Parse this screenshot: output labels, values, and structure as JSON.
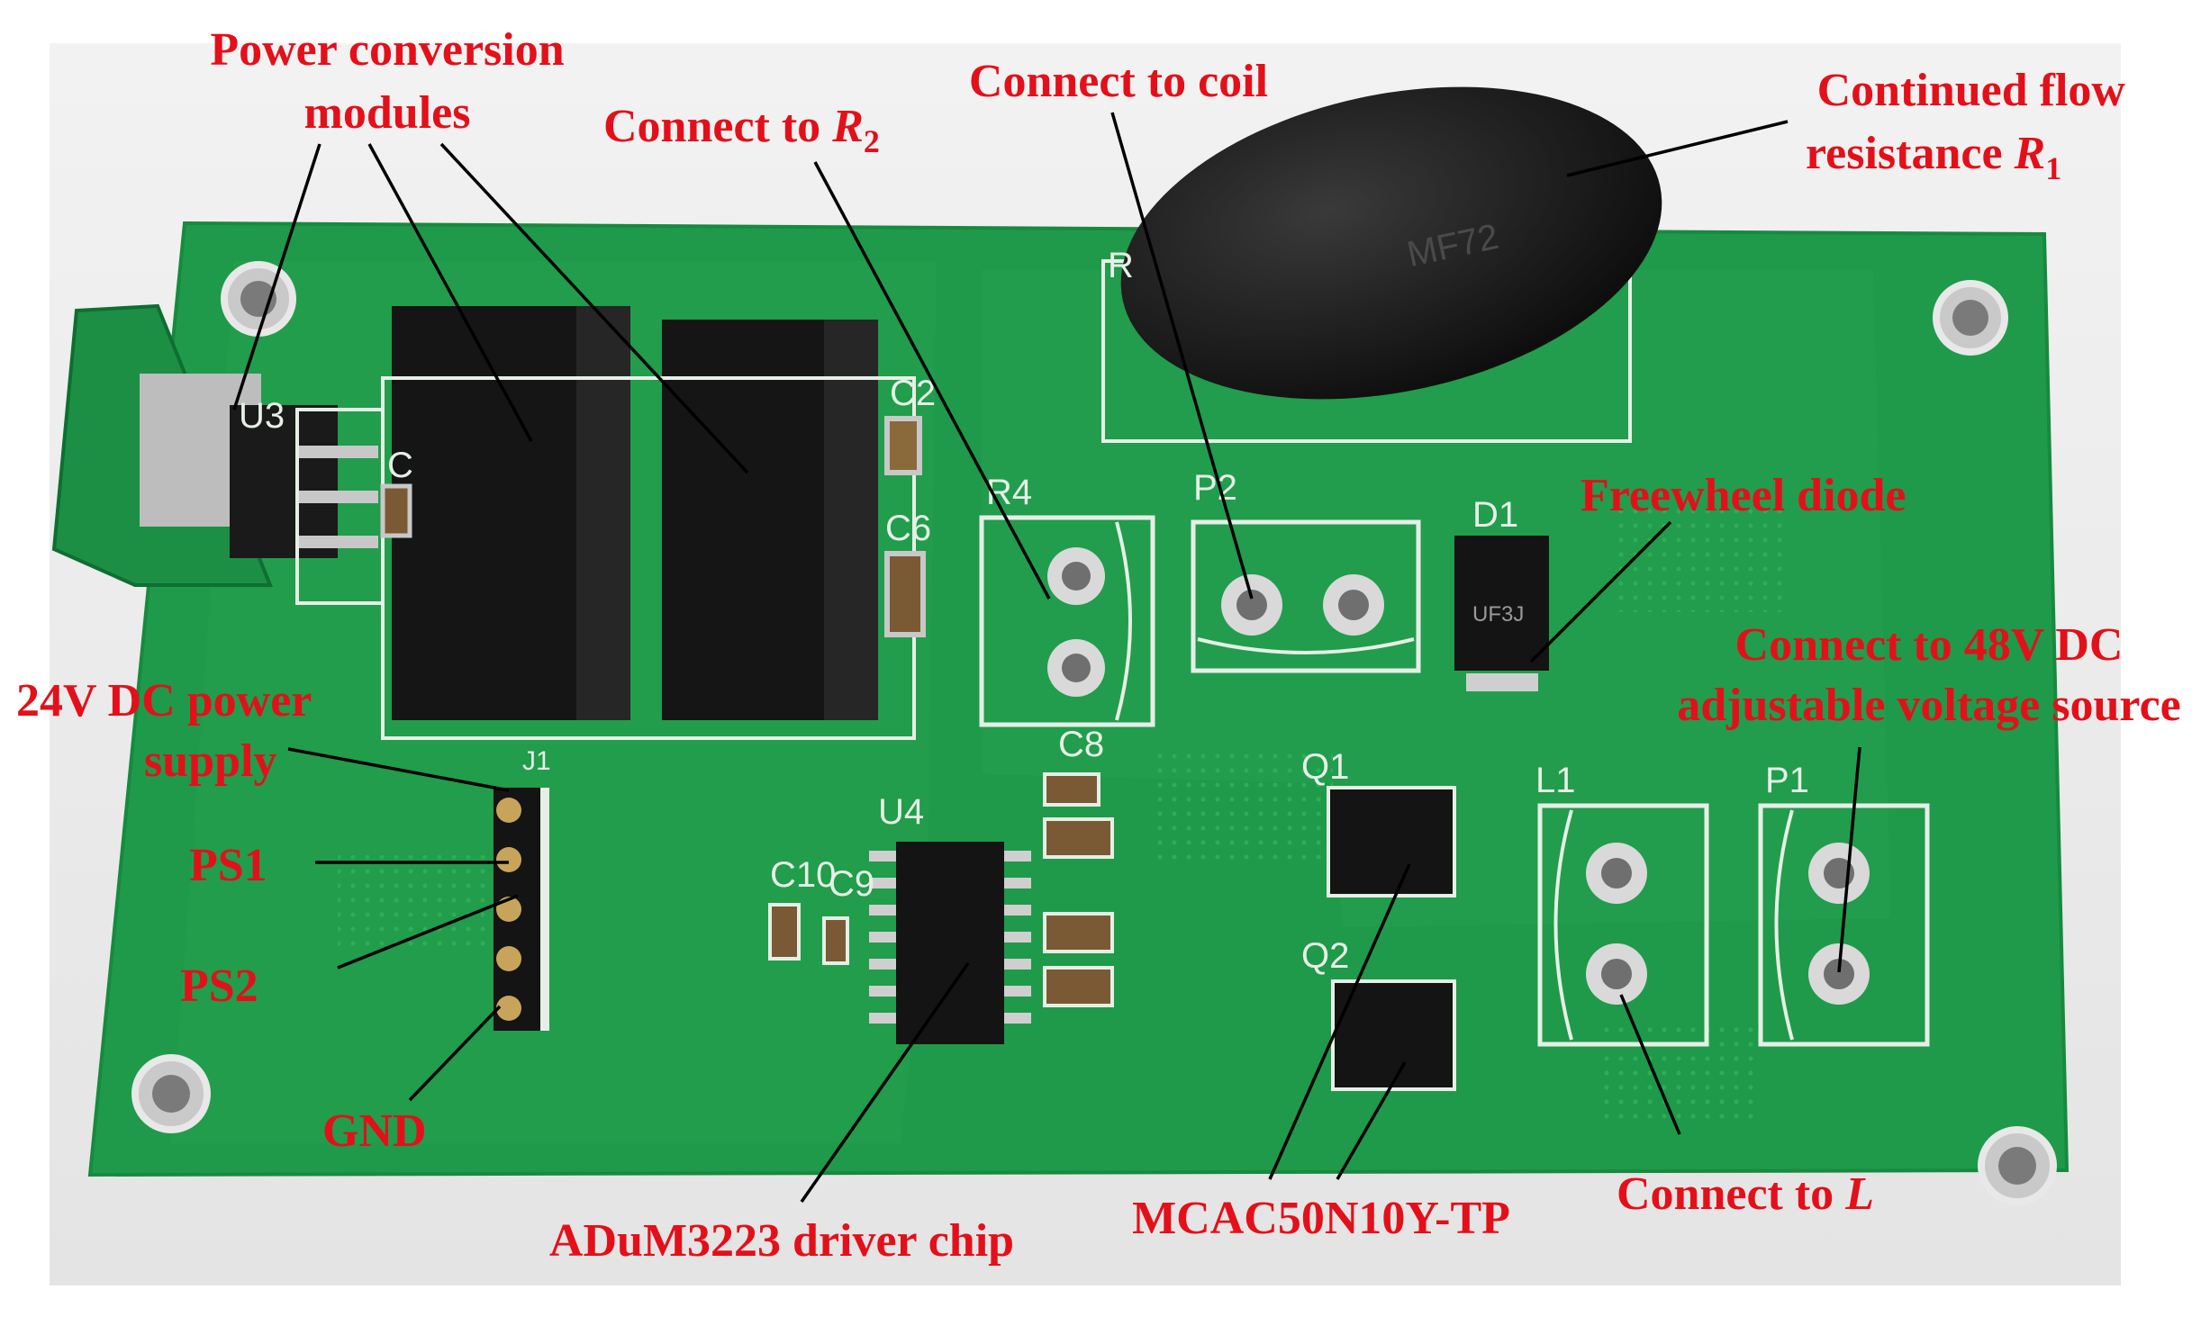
{
  "labels": {
    "power_conversion_line1": "Power conversion",
    "power_conversion_line2": "modules",
    "connect_r2_text": "Connect to ",
    "connect_r2_var": "R",
    "connect_r2_sub": "2",
    "connect_coil": "Connect to coil",
    "continued_flow_line1": "Continued flow",
    "continued_flow_line2": "resistance ",
    "continued_flow_var": "R",
    "continued_flow_sub": "1",
    "freewheel_diode": "Freewheel diode",
    "source_line1": "Connect to 48V DC",
    "source_line2": "adjustable voltage source",
    "supply_line1": "24V DC power",
    "supply_line2": "supply",
    "ps1": "PS1",
    "ps2": "PS2",
    "gnd": "GND",
    "driver_chip": "ADuM3223 driver chip",
    "mosfet": "MCAC50N10Y-TP",
    "connect_l_text": "Connect to ",
    "connect_l_var": "L"
  },
  "silkscreen": {
    "u3": "U3",
    "c_left": "C",
    "c2": "C2",
    "c6": "C6",
    "r4": "R4",
    "p2": "P2",
    "r_top": "R",
    "d1": "D1",
    "c8": "C8",
    "u4": "U4",
    "c10": "C10",
    "c9": "C9",
    "q1": "Q1",
    "q2": "Q2",
    "l1": "L1",
    "p1": "P1",
    "j1": "J1",
    "diode_marking": "UF3J",
    "resistor_marking": "MF72"
  },
  "colors": {
    "label_red": "#e3101a",
    "board_green": "#1f9a4a",
    "leader_black": "#000000"
  }
}
